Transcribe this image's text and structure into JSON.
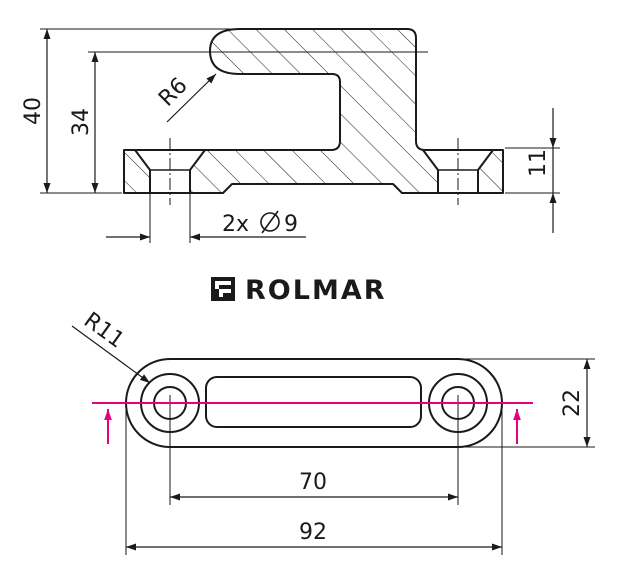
{
  "brand": {
    "name": "ROLMAR"
  },
  "colors": {
    "line": "#1a1a1a",
    "section_marker": "#e6007e",
    "background": "#ffffff"
  },
  "side_view": {
    "dimensions": {
      "overall_height": "40",
      "hook_height": "34",
      "base_thickness": "11",
      "inner_radius": "R6",
      "holes": "2x",
      "hole_diameter": "9",
      "diameter_symbol": "⌀"
    }
  },
  "top_view": {
    "dimensions": {
      "end_radius": "R11",
      "width": "22",
      "hole_spacing": "70",
      "overall_length": "92"
    }
  }
}
